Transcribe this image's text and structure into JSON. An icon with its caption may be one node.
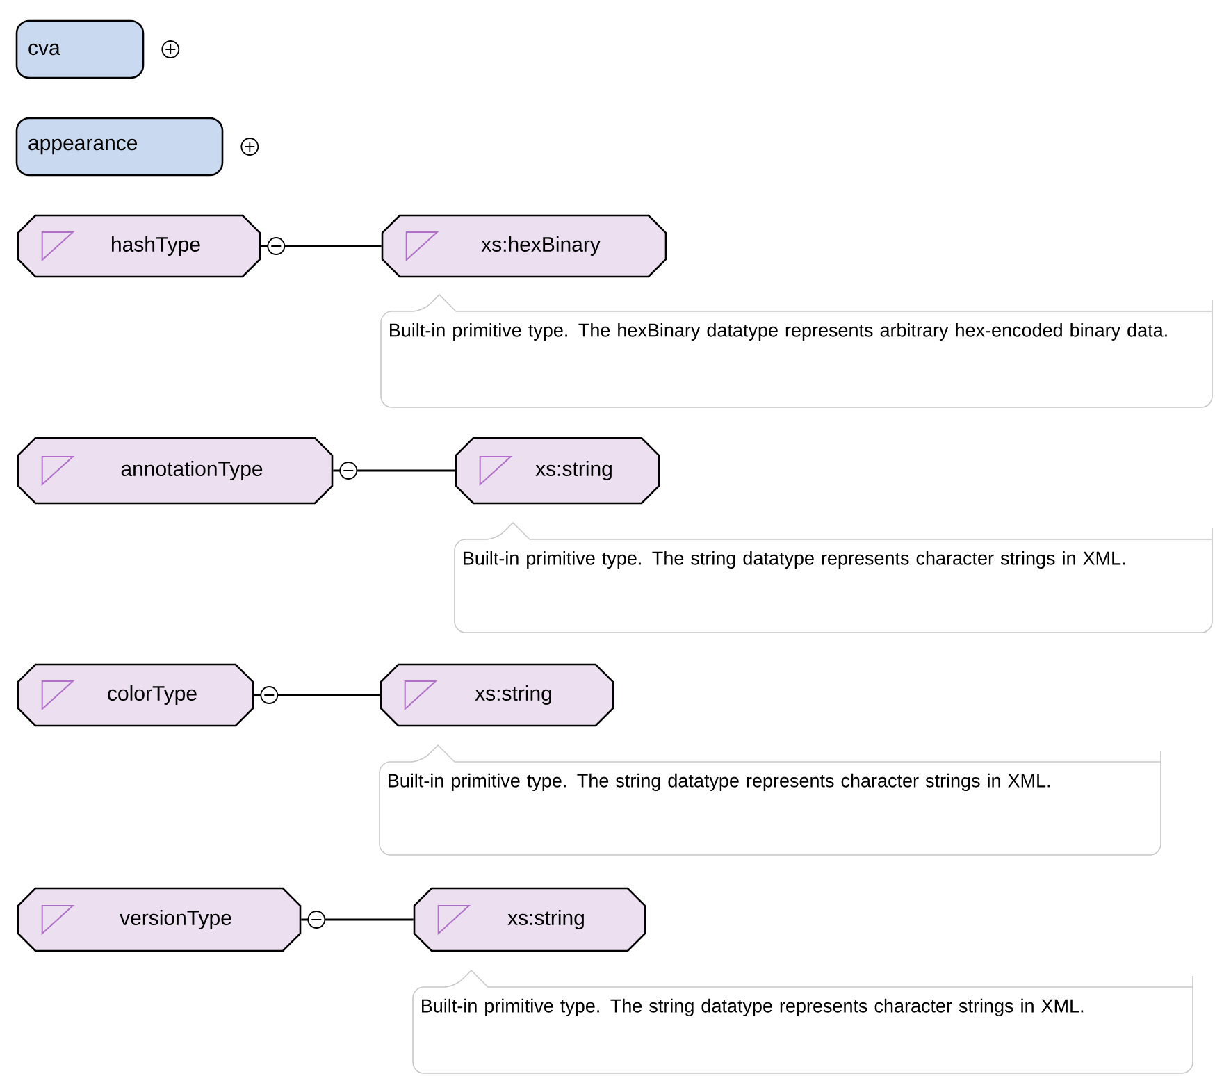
{
  "diagram": {
    "nodes": [
      {
        "text": [
          "cva"
        ]
      },
      {
        "text": [
          "appearance"
        ]
      },
      {
        "text": [
          "hashType"
        ]
      },
      {
        "text": [
          "xs:hexBinary"
        ],
        "beside": [
          "Built-in primitive type. The hexBinary datatype represents arbitrary hex-encoded binary data."
        ]
      },
      {
        "text": [
          "annotationType"
        ]
      },
      {
        "text": [
          "xs:string"
        ],
        "beside": [
          "Built-in primitive type. The string datatype represents character strings in XML."
        ]
      },
      {
        "text": [
          "colorType"
        ]
      },
      {
        "text": [
          "xs:string"
        ],
        "beside": [
          "Built-in primitive type. The string datatype represents character strings in XML."
        ]
      },
      {
        "text": [
          "versionType"
        ]
      },
      {
        "text": [
          "xs:string"
        ],
        "beside": [
          "Built-in primitive type. The string datatype represents character strings in XML."
        ]
      }
    ],
    "edges": [
      {
        "from": 2,
        "to": 3,
        "arrow": "none"
      },
      {
        "from": 4,
        "to": 5,
        "arrow": "none"
      },
      {
        "from": 6,
        "to": 7,
        "arrow": "none"
      },
      {
        "from": 8,
        "to": 9,
        "arrow": "none"
      }
    ]
  }
}
